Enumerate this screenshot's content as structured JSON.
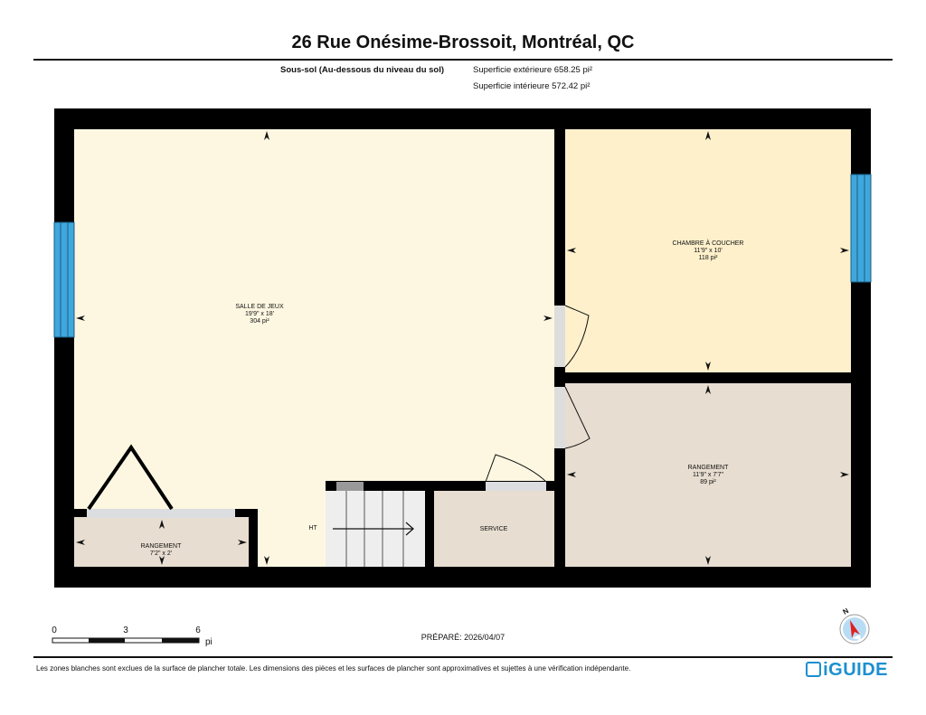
{
  "header": {
    "title": "26 Rue Onésime-Brossoit, Montréal, QC",
    "floor": "Sous-sol (Au-dessous du niveau du sol)",
    "exterior_area": "Superficie extérieure 658.25 pi²",
    "interior_area": "Superficie intérieure 572.42 pi²"
  },
  "rooms": [
    {
      "name": "SALLE DE JEUX",
      "dims": "19'9\" x 18'",
      "area": "304 pi²"
    },
    {
      "name": "CHAMBRE À COUCHER",
      "dims": "11'9\" x 10'",
      "area": "118 pi²"
    },
    {
      "name": "RANGEMENT",
      "dims": "11'9\" x 7'7\"",
      "area": "89 pi²"
    },
    {
      "name": "RANGEMENT",
      "dims": "7'2\" x 2'"
    },
    {
      "name": "SERVICE"
    }
  ],
  "labels": {
    "ht": "HT"
  },
  "scale": {
    "ticks": [
      "0",
      "3",
      "6"
    ],
    "unit": "pi"
  },
  "prepared": "PRÉPARÉ: 2026/04/07",
  "compass": {
    "north": "N"
  },
  "footer": {
    "disclaimer": "Les zones blanches sont exclues de la surface de plancher totale. Les dimensions des pièces et les surfaces de plancher sont approximatives et sujettes à une vérification indépendante.",
    "logo": "iGUIDE"
  },
  "colors": {
    "wall": "#000000",
    "main_room": "#fdf7e1",
    "bedroom": "#fdf0cb",
    "storage": "#e7ddd0",
    "window": "#3fa7dc",
    "accent": "#1d8fd0"
  }
}
